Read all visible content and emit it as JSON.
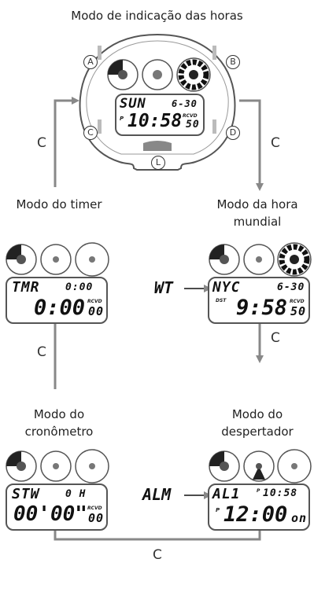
{
  "labels": {
    "timekeeping": "Modo de indicação das horas",
    "timer": "Modo do timer",
    "world_time_1": "Modo da hora",
    "world_time_2": "mundial",
    "stopwatch_1": "Modo do",
    "stopwatch_2": "cronômetro",
    "alarm_1": "Modo do",
    "alarm_2": "despertador"
  },
  "buttons": {
    "a": "A",
    "b": "B",
    "c": "C",
    "d": "D",
    "l": "L"
  },
  "arrow_label": "C",
  "main_display": {
    "day": "SUN",
    "date": "6-30",
    "pm": "P",
    "time": "10:58",
    "seconds": "50",
    "rcvd": "RCVD"
  },
  "timer_display": {
    "title": "TMR",
    "preset": "0:00",
    "time": "0:00",
    "seconds": "00",
    "rcvd": "RCVD"
  },
  "world_display": {
    "side": "WT",
    "city": "NYC",
    "date": "6-30",
    "dst": "DST",
    "time": "9:58",
    "seconds": "50",
    "rcvd": "RCVD"
  },
  "stopwatch_display": {
    "title": "STW",
    "split": "0 H",
    "time": "00'00\"",
    "hundredths": "00",
    "rcvd": "RCVD"
  },
  "alarm_display": {
    "side": "ALM",
    "name": "AL1",
    "pm_small": "P",
    "current": "10:58",
    "pm": "P",
    "time": "12:00",
    "state": "on"
  }
}
